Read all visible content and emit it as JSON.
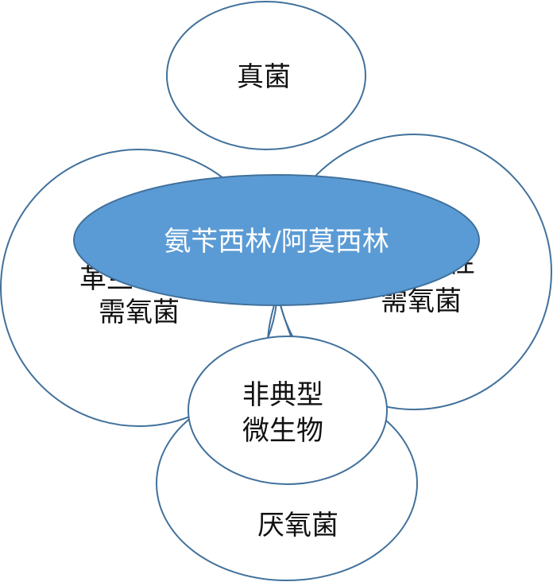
{
  "diagram": {
    "center": {
      "label": "氨苄西林/阿莫西林"
    },
    "fungi": {
      "label": "真菌"
    },
    "left_circle": {
      "line1": "革兰",
      "line2": "需氧菌"
    },
    "right_circle": {
      "line1": "阴性",
      "line2": "需氧菌"
    },
    "atypical": {
      "line1": "非典型",
      "line2": "微生物"
    },
    "anaerobes": {
      "label": "厌氧菌"
    }
  },
  "colors": {
    "outline": "#41719C",
    "center_fill": "#5B9BD5",
    "center_text": "#ffffff",
    "text": "#111111",
    "background": "#ffffff"
  }
}
